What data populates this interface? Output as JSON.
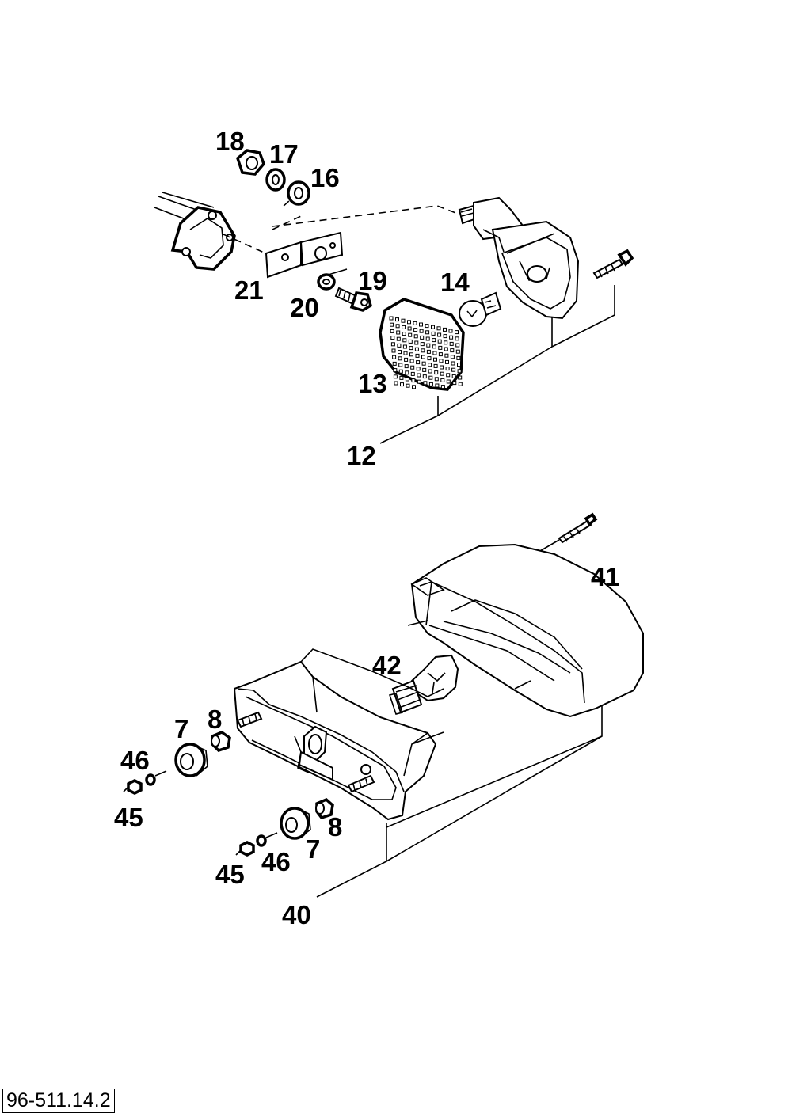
{
  "drawing_code": "96-511.14.2",
  "callouts": {
    "c18": "18",
    "c17": "17",
    "c16": "16",
    "c21": "21",
    "c20": "20",
    "c19": "19",
    "c14": "14",
    "c13": "13",
    "c12": "12",
    "c41": "41",
    "c42": "42",
    "c7a": "7",
    "c8a": "8",
    "c46a": "46",
    "c45a": "45",
    "c8b": "8",
    "c7b": "7",
    "c46b": "46",
    "c45b": "45",
    "c40": "40"
  }
}
